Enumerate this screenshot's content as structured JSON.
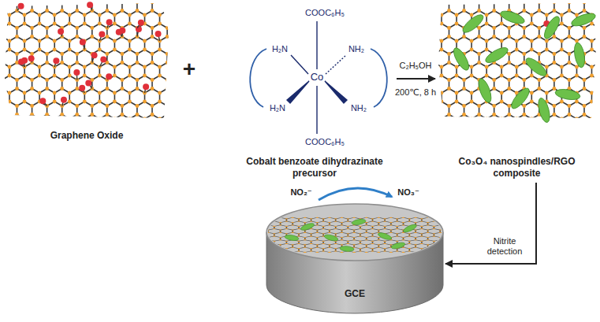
{
  "diagram": {
    "nodes": [
      {
        "text": [
          "Graphene Oxide"
        ]
      },
      {
        "text": [
          "Cobalt benzoate dihydrazinate precursor"
        ]
      },
      {
        "text": [
          "Co₃O₄ nanospindles/RGO composite"
        ]
      },
      {
        "text": [
          "GCE"
        ]
      }
    ],
    "edges": [
      {
        "from": 1,
        "to": 2,
        "arrow": "to",
        "label": "C₂H₅OH"
      },
      {
        "from": 2,
        "to": 3,
        "arrow": "to",
        "label": "Nitrite detection"
      }
    ],
    "labels": [
      "+",
      "COOC₆H₅",
      "H₂N",
      "NH₂",
      "Co",
      "H₂N",
      "NH₂",
      "COOC₆H₅",
      "200℃, 8 h",
      "NO₂⁻",
      "NO₃⁻"
    ]
  }
}
